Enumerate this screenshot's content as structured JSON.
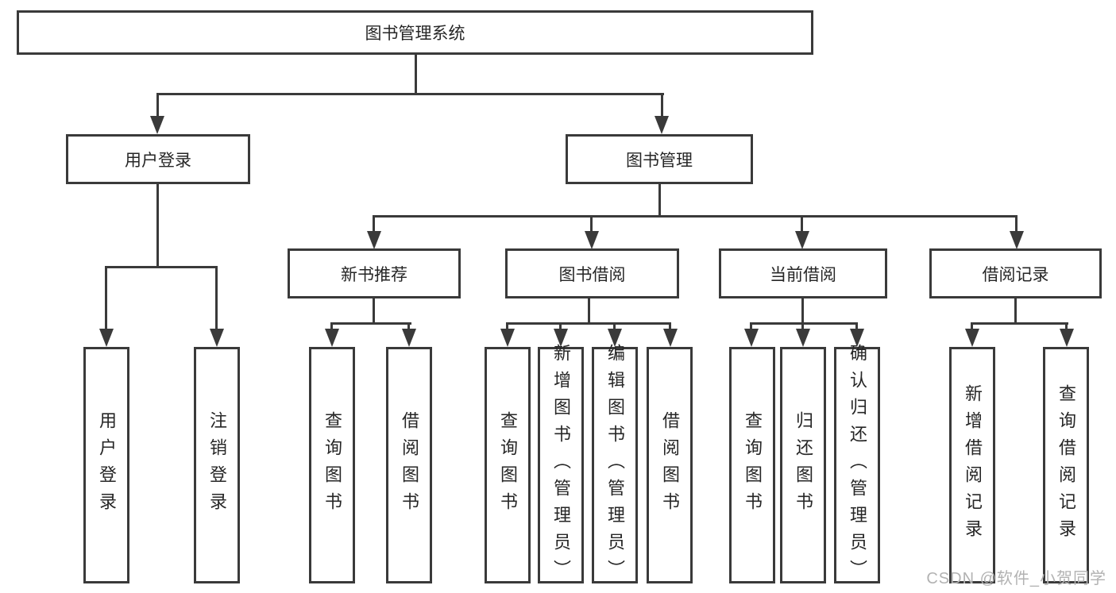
{
  "diagram": {
    "root_label": "图书管理系统",
    "branches": [
      {
        "label": "用户登录",
        "leaves": [
          "用户登录",
          "注销登录"
        ]
      },
      {
        "label": "图书管理",
        "groups": [
          {
            "label": "新书推荐",
            "leaves": [
              "查询图书",
              "借阅图书"
            ]
          },
          {
            "label": "图书借阅",
            "leaves": [
              "查询图书",
              "新增图书（管理员）",
              "编辑图书（管理员）",
              "借阅图书"
            ]
          },
          {
            "label": "当前借阅",
            "leaves": [
              "查询图书",
              "归还图书",
              "确认归还（管理员）"
            ]
          },
          {
            "label": "借阅记录",
            "leaves": [
              "新增借阅记录",
              "查询借阅记录"
            ]
          }
        ]
      }
    ]
  },
  "watermark": {
    "text": "CSDN @软件_小贺同学"
  },
  "colors": {
    "line": "#3a3a3a",
    "text": "#262626",
    "background": "#ffffff",
    "watermark": "#b2b2b2"
  }
}
